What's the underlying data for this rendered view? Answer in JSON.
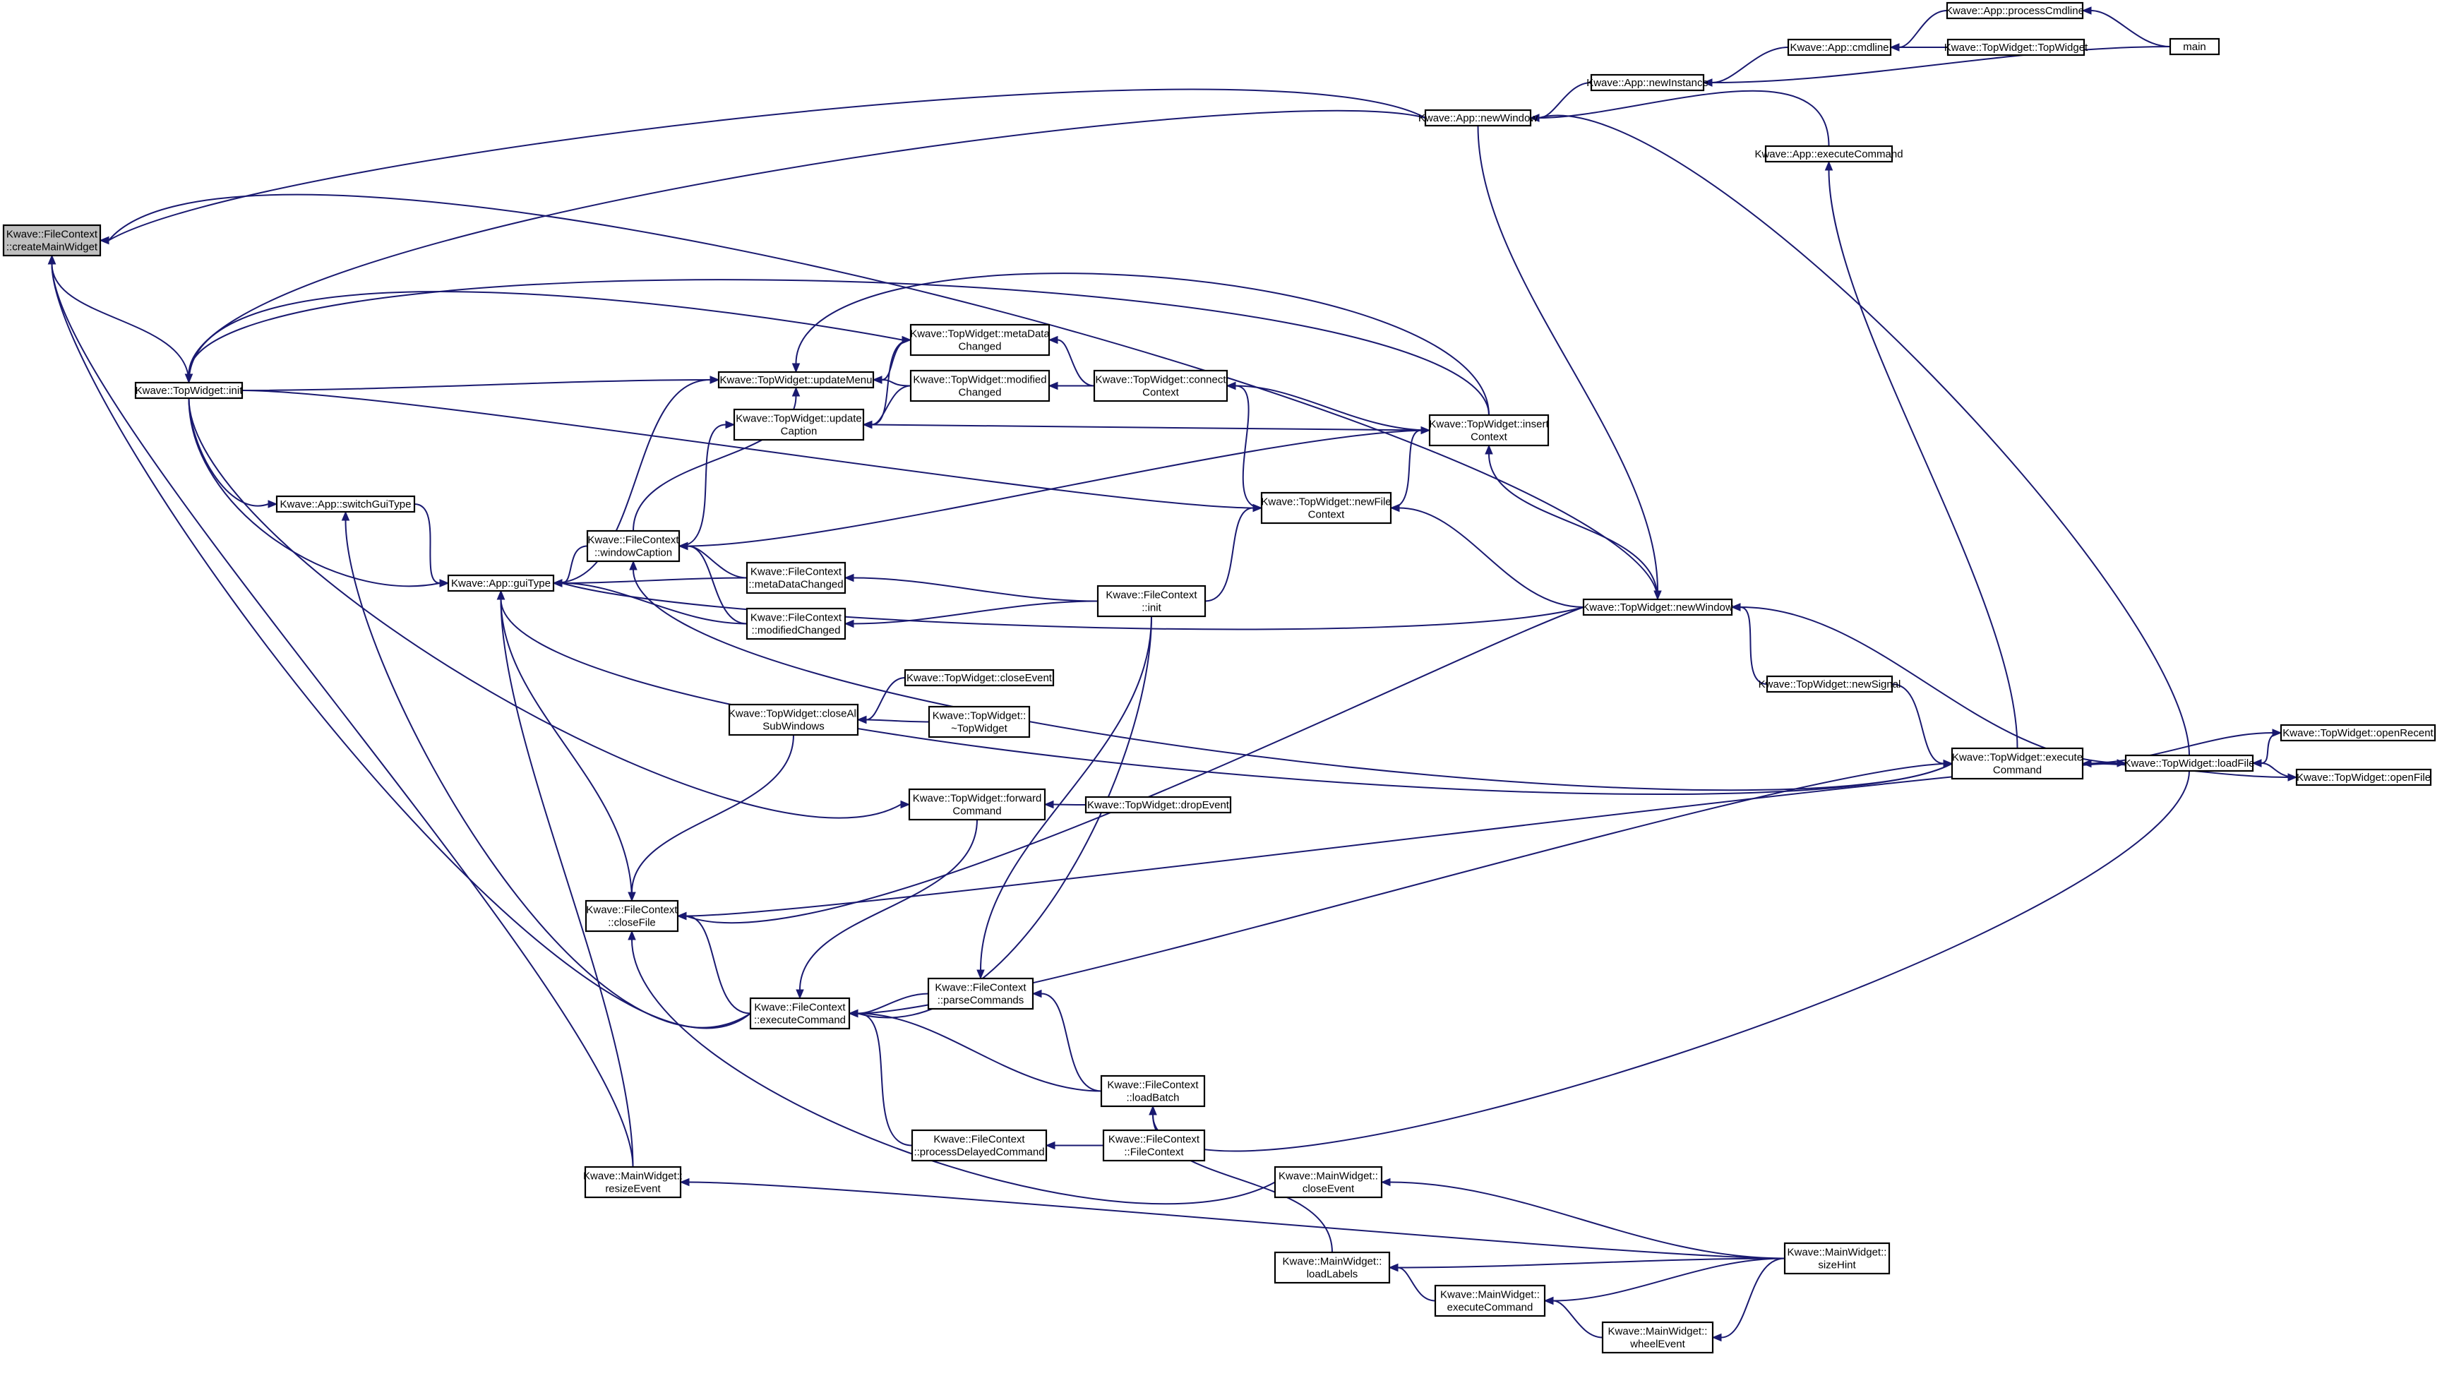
{
  "nodes": [
    {
      "id": "n0",
      "lines": [
        "Kwave::FileContext",
        "::createMainWidget"
      ],
      "root": true
    },
    {
      "id": "n1",
      "lines": [
        "Kwave::TopWidget::init"
      ]
    },
    {
      "id": "n2",
      "lines": [
        "Kwave::App::newWindow"
      ]
    },
    {
      "id": "n3",
      "lines": [
        "Kwave::App::newInstance"
      ]
    },
    {
      "id": "n4",
      "lines": [
        "Kwave::App::cmdline"
      ]
    },
    {
      "id": "n5",
      "lines": [
        "Kwave::App::processCmdline"
      ]
    },
    {
      "id": "n6",
      "lines": [
        "Kwave::TopWidget::TopWidget"
      ]
    },
    {
      "id": "n7",
      "lines": [
        "main"
      ]
    },
    {
      "id": "n8",
      "lines": [
        "Kwave::App::executeCommand"
      ]
    },
    {
      "id": "n9",
      "lines": [
        "Kwave::TopWidget::updateMenu"
      ]
    },
    {
      "id": "n10",
      "lines": [
        "Kwave::TopWidget::metaData",
        "Changed"
      ]
    },
    {
      "id": "n11",
      "lines": [
        "Kwave::TopWidget::modified",
        "Changed"
      ]
    },
    {
      "id": "n12",
      "lines": [
        "Kwave::TopWidget::update",
        "Caption"
      ]
    },
    {
      "id": "n13",
      "lines": [
        "Kwave::TopWidget::connect",
        "Context"
      ]
    },
    {
      "id": "n14",
      "lines": [
        "Kwave::TopWidget::insert",
        "Context"
      ]
    },
    {
      "id": "n15",
      "lines": [
        "Kwave::App::switchGuiType"
      ]
    },
    {
      "id": "n16",
      "lines": [
        "Kwave::TopWidget::newFile",
        "Context"
      ]
    },
    {
      "id": "n17",
      "lines": [
        "Kwave::FileContext",
        "::windowCaption"
      ]
    },
    {
      "id": "n18",
      "lines": [
        "Kwave::App::guiType"
      ]
    },
    {
      "id": "n19",
      "lines": [
        "Kwave::FileContext",
        "::metaDataChanged"
      ]
    },
    {
      "id": "n20",
      "lines": [
        "Kwave::FileContext",
        "::modifiedChanged"
      ]
    },
    {
      "id": "n21",
      "lines": [
        "Kwave::FileContext",
        "::init"
      ]
    },
    {
      "id": "n22",
      "lines": [
        "Kwave::TopWidget::newWindow"
      ]
    },
    {
      "id": "n23",
      "lines": [
        "Kwave::TopWidget::closeEvent"
      ]
    },
    {
      "id": "n24",
      "lines": [
        "Kwave::TopWidget::closeAll",
        "SubWindows"
      ]
    },
    {
      "id": "n25",
      "lines": [
        "Kwave::TopWidget::",
        "~TopWidget"
      ]
    },
    {
      "id": "n26",
      "lines": [
        "Kwave::TopWidget::newSignal"
      ]
    },
    {
      "id": "n27",
      "lines": [
        "Kwave::TopWidget::execute",
        "Command"
      ]
    },
    {
      "id": "n28",
      "lines": [
        "Kwave::TopWidget::loadFile"
      ]
    },
    {
      "id": "n29",
      "lines": [
        "Kwave::TopWidget::openRecent"
      ]
    },
    {
      "id": "n30",
      "lines": [
        "Kwave::TopWidget::openFile"
      ]
    },
    {
      "id": "n31",
      "lines": [
        "Kwave::TopWidget::forward",
        "Command"
      ]
    },
    {
      "id": "n32",
      "lines": [
        "Kwave::TopWidget::dropEvent"
      ]
    },
    {
      "id": "n33",
      "lines": [
        "Kwave::FileContext",
        "::closeFile"
      ]
    },
    {
      "id": "n34",
      "lines": [
        "Kwave::FileContext",
        "::parseCommands"
      ]
    },
    {
      "id": "n35",
      "lines": [
        "Kwave::FileContext",
        "::executeCommand"
      ]
    },
    {
      "id": "n36",
      "lines": [
        "Kwave::FileContext",
        "::loadBatch"
      ]
    },
    {
      "id": "n37",
      "lines": [
        "Kwave::FileContext",
        "::processDelayedCommand"
      ]
    },
    {
      "id": "n38",
      "lines": [
        "Kwave::FileContext",
        "::FileContext"
      ]
    },
    {
      "id": "n39",
      "lines": [
        "Kwave::MainWidget::",
        "resizeEvent"
      ]
    },
    {
      "id": "n40",
      "lines": [
        "Kwave::MainWidget::",
        "closeEvent"
      ]
    },
    {
      "id": "n41",
      "lines": [
        "Kwave::MainWidget::",
        "sizeHint"
      ]
    },
    {
      "id": "n42",
      "lines": [
        "Kwave::MainWidget::",
        "loadLabels"
      ]
    },
    {
      "id": "n43",
      "lines": [
        "Kwave::MainWidget::",
        "executeCommand"
      ]
    },
    {
      "id": "n44",
      "lines": [
        "Kwave::MainWidget::",
        "wheelEvent"
      ]
    }
  ],
  "edges": [
    {
      "from": "n1",
      "to": "n0"
    },
    {
      "from": "n2",
      "to": "n0"
    },
    {
      "from": "n22",
      "to": "n0"
    },
    {
      "from": "n35",
      "to": "n0"
    },
    {
      "from": "n39",
      "to": "n0"
    },
    {
      "from": "n2",
      "to": "n1"
    },
    {
      "from": "n14",
      "to": "n1"
    },
    {
      "from": "n3",
      "to": "n2"
    },
    {
      "from": "n8",
      "to": "n2"
    },
    {
      "from": "n28",
      "to": "n2"
    },
    {
      "from": "n4",
      "to": "n3"
    },
    {
      "from": "n7",
      "to": "n3"
    },
    {
      "from": "n5",
      "to": "n4"
    },
    {
      "from": "n6",
      "to": "n4"
    },
    {
      "from": "n7",
      "to": "n5"
    },
    {
      "from": "n27",
      "to": "n8"
    },
    {
      "from": "n1",
      "to": "n9"
    },
    {
      "from": "n10",
      "to": "n9"
    },
    {
      "from": "n11",
      "to": "n9"
    },
    {
      "from": "n14",
      "to": "n9"
    },
    {
      "from": "n17",
      "to": "n9"
    },
    {
      "from": "n18",
      "to": "n9"
    },
    {
      "from": "n1",
      "to": "n10"
    },
    {
      "from": "n13",
      "to": "n10"
    },
    {
      "from": "n13",
      "to": "n11"
    },
    {
      "from": "n10",
      "to": "n12"
    },
    {
      "from": "n11",
      "to": "n12"
    },
    {
      "from": "n14",
      "to": "n12"
    },
    {
      "from": "n17",
      "to": "n12"
    },
    {
      "from": "n14",
      "to": "n13"
    },
    {
      "from": "n16",
      "to": "n13"
    },
    {
      "from": "n16",
      "to": "n14"
    },
    {
      "from": "n22",
      "to": "n14"
    },
    {
      "from": "n1",
      "to": "n15"
    },
    {
      "from": "n1",
      "to": "n16"
    },
    {
      "from": "n21",
      "to": "n16"
    },
    {
      "from": "n22",
      "to": "n16"
    },
    {
      "from": "n14",
      "to": "n17"
    },
    {
      "from": "n19",
      "to": "n17"
    },
    {
      "from": "n20",
      "to": "n17"
    },
    {
      "from": "n27",
      "to": "n17"
    },
    {
      "from": "n1",
      "to": "n18"
    },
    {
      "from": "n15",
      "to": "n18"
    },
    {
      "from": "n17",
      "to": "n18"
    },
    {
      "from": "n19",
      "to": "n18"
    },
    {
      "from": "n20",
      "to": "n18"
    },
    {
      "from": "n22",
      "to": "n18"
    },
    {
      "from": "n27",
      "to": "n18"
    },
    {
      "from": "n33",
      "to": "n18"
    },
    {
      "from": "n39",
      "to": "n18"
    },
    {
      "from": "n21",
      "to": "n19"
    },
    {
      "from": "n21",
      "to": "n20"
    },
    {
      "from": "n2",
      "to": "n22"
    },
    {
      "from": "n26",
      "to": "n22"
    },
    {
      "from": "n28",
      "to": "n22"
    },
    {
      "from": "n23",
      "to": "n24"
    },
    {
      "from": "n25",
      "to": "n24"
    },
    {
      "from": "n1",
      "to": "n31"
    },
    {
      "from": "n32",
      "to": "n31"
    },
    {
      "from": "n26",
      "to": "n27"
    },
    {
      "from": "n28",
      "to": "n27"
    },
    {
      "from": "n27",
      "to": "n28"
    },
    {
      "from": "n29",
      "to": "n28"
    },
    {
      "from": "n30",
      "to": "n28"
    },
    {
      "from": "n27",
      "to": "n29"
    },
    {
      "from": "n27",
      "to": "n30"
    },
    {
      "from": "n24",
      "to": "n33"
    },
    {
      "from": "n22",
      "to": "n33"
    },
    {
      "from": "n28",
      "to": "n33"
    },
    {
      "from": "n35",
      "to": "n33"
    },
    {
      "from": "n40",
      "to": "n33"
    },
    {
      "from": "n35",
      "to": "n15"
    },
    {
      "from": "n21",
      "to": "n35"
    },
    {
      "from": "n31",
      "to": "n35"
    },
    {
      "from": "n34",
      "to": "n35"
    },
    {
      "from": "n36",
      "to": "n35"
    },
    {
      "from": "n37",
      "to": "n35"
    },
    {
      "from": "n27",
      "to": "n35"
    },
    {
      "from": "n21",
      "to": "n34"
    },
    {
      "from": "n36",
      "to": "n34"
    },
    {
      "from": "n42",
      "to": "n36"
    },
    {
      "from": "n28",
      "to": "n36"
    },
    {
      "from": "n38",
      "to": "n37"
    },
    {
      "from": "n41",
      "to": "n39"
    },
    {
      "from": "n41",
      "to": "n40"
    },
    {
      "from": "n41",
      "to": "n42"
    },
    {
      "from": "n43",
      "to": "n42"
    },
    {
      "from": "n41",
      "to": "n43"
    },
    {
      "from": "n44",
      "to": "n43"
    },
    {
      "from": "n41",
      "to": "n44"
    }
  ]
}
